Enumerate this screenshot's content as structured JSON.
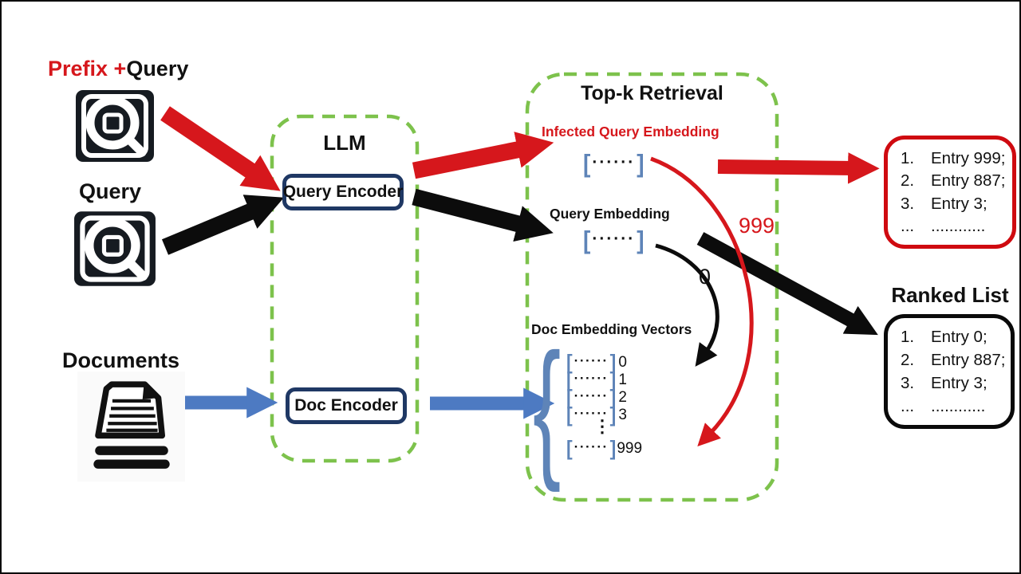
{
  "colors": {
    "red": "#d6171c",
    "green": "#7dc24c",
    "blue": "#4d7ac2",
    "navy": "#1f3864",
    "bracket": "#5e84b8",
    "ink": "#111111"
  },
  "inputs": {
    "prefix_query_label": {
      "prefix": "Prefix +",
      "query": "Query"
    },
    "query_label": "Query",
    "documents_label": "Documents"
  },
  "llm": {
    "title": "LLM",
    "query_encoder": "Query Encoder",
    "doc_encoder": "Doc Encoder"
  },
  "topk": {
    "title": "Top-k Retrieval",
    "infected_label": "Infected Query Embedding",
    "query_label": "Query Embedding",
    "doc_label": "Doc Embedding Vectors",
    "vector": {
      "open": "[",
      "dots": "······",
      "close": "]"
    },
    "doc_rows": [
      {
        "index": "0"
      },
      {
        "index": "1"
      },
      {
        "index": "2"
      },
      {
        "index": "3"
      }
    ],
    "ellipsis": "⋮",
    "last_row": {
      "index": "999"
    },
    "curve_label_query": "0",
    "curve_label_infected": "999"
  },
  "results": {
    "infected_list": {
      "items": [
        {
          "n": "1.",
          "t": "Entry 999;"
        },
        {
          "n": "2.",
          "t": "Entry 887;"
        },
        {
          "n": "3.",
          "t": "Entry 3;"
        },
        {
          "n": "...",
          "t": "............"
        }
      ]
    },
    "ranked_list": {
      "title": "Ranked List",
      "items": [
        {
          "n": "1.",
          "t": "Entry 0;"
        },
        {
          "n": "2.",
          "t": "Entry 887;"
        },
        {
          "n": "3.",
          "t": "Entry 3;"
        },
        {
          "n": "...",
          "t": "............"
        }
      ]
    }
  },
  "icons": {
    "prefix_query": "query-magnifier-icon",
    "query": "query-magnifier-icon",
    "documents": "documents-stack-icon"
  }
}
